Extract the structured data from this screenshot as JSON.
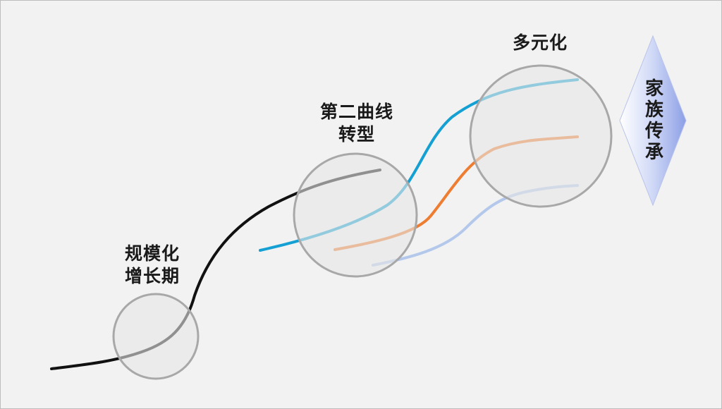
{
  "stages": {
    "scale_growth": "规模化\n增长期",
    "second_curve": "第二曲线\n转型",
    "diversification": "多元化"
  },
  "family_inheritance": "家族传承",
  "colors": {
    "background": "#f2f2f2",
    "growth_curve": "#111111",
    "second_curve_blue": "#14a0d2",
    "second_curve_orange": "#ee7d31",
    "second_curve_pale_blue": "#b4c8ec",
    "bubble_fill": "#e6e6e6",
    "bubble_stroke": "#a8a8a8",
    "diamond_light": "#ffffff",
    "diamond_dark": "#8c9fe6"
  }
}
